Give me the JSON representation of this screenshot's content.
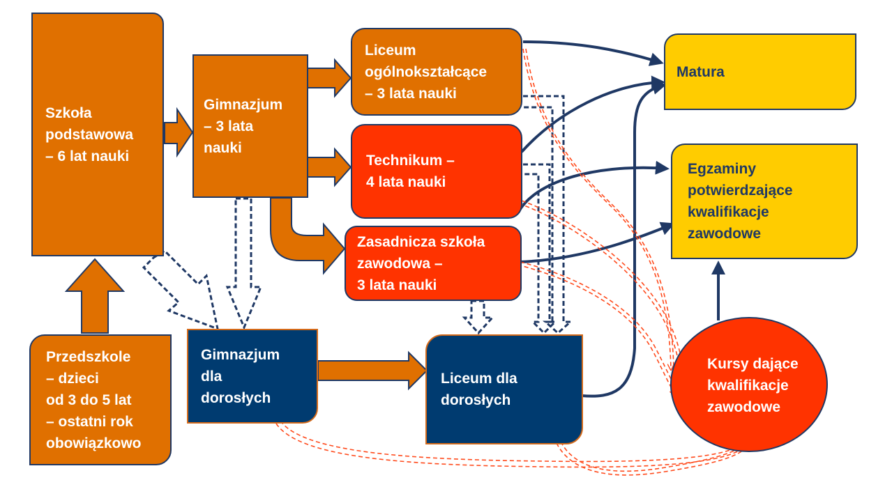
{
  "nodes": {
    "szkola_podstawowa": [
      "Szkoła",
      "podstawowa",
      "– 6 lat nauki"
    ],
    "przedszkole": [
      "Przedszkole",
      "– dzieci",
      "od 3 do 5 lat",
      "– ostatni rok",
      "obowiązkowo"
    ],
    "gimnazjum": [
      "Gimnazjum",
      "– 3 lata",
      "nauki"
    ],
    "liceum": [
      "Liceum",
      "ogólnokształcące",
      "– 3 lata nauki"
    ],
    "technikum": [
      "Technikum –",
      "4 lata nauki"
    ],
    "zasadnicza": [
      "Zasadnicza szkoła",
      "zawodowa –",
      "3 lata nauki"
    ],
    "gimnazjum_doroslych": [
      "Gimnazjum",
      "dla",
      "dorosłych"
    ],
    "liceum_doroslych": [
      "Liceum dla",
      "dorosłych"
    ],
    "matura": [
      "Matura"
    ],
    "egzaminy": [
      "Egzaminy",
      "potwierdzające",
      "kwalifikacje",
      "zawodowe"
    ],
    "kursy": [
      "Kursy dające",
      "kwalifikacje",
      "zawodowe"
    ]
  },
  "colors": {
    "orange": "#e07000",
    "red": "#ff3300",
    "navy": "#003b70",
    "yellow": "#ffcc00",
    "dark_outline": "#1f3864",
    "dashed_red": "#ff4a1c"
  }
}
